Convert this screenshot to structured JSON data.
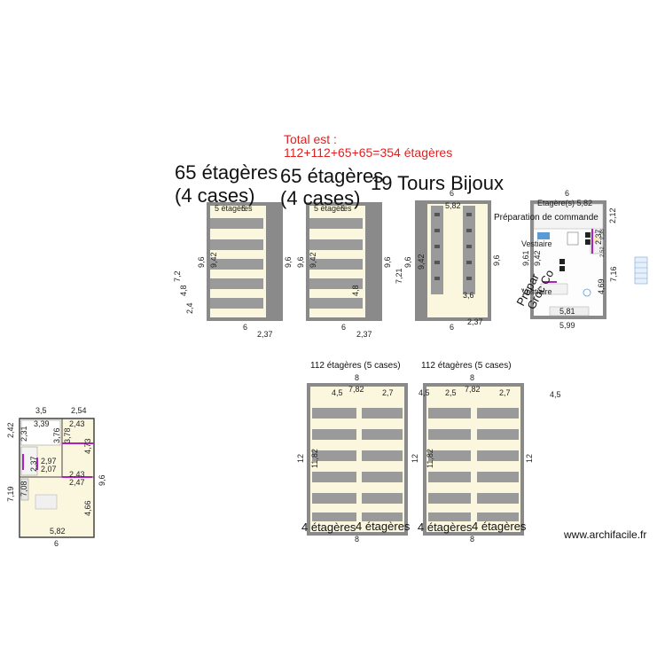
{
  "total": {
    "line1": "Total est :",
    "line2": "112+112+65+65=354 étagères"
  },
  "rooms": {
    "a": {
      "title1": "65 étagères",
      "title2": "(4 cases)",
      "inner": "5 étagères",
      "dims": [
        "6",
        "7,2",
        "9,6",
        "4,8",
        "2,4",
        "9,42",
        "9,6",
        "6",
        "2,37"
      ]
    },
    "b": {
      "title1": "65 étagères",
      "title2": "(4 cases)",
      "inner": "5 étagères",
      "dims": [
        "6",
        "9,6",
        "9,42",
        "4,8",
        "9,6",
        "6",
        "2,37"
      ]
    },
    "c": {
      "title": "19 Tours Bijoux",
      "dims": [
        "6",
        "5,82",
        "9,6",
        "9,42",
        "7,21",
        "9,6",
        "3,6",
        "6",
        "2,37"
      ]
    },
    "d": {
      "top": "6",
      "label_top": "Etagère(s) 5,82",
      "label_prep": "Préparation de commande",
      "label_vestiaire1": "Vestiaire",
      "label_vestiaire2": "Vestiaire",
      "label_rot1": "Prépar",
      "label_rot2": "Groc Co",
      "dims": [
        "9,61",
        "9,42",
        "2,12",
        "2,37",
        "7,16",
        "4,69",
        "5,81",
        "5,99",
        "2,38",
        "2,52"
      ]
    },
    "e": {
      "header": "112 étagères (5 cases)",
      "footer1": "4 étagères",
      "footer2": "4 étagères",
      "dims": [
        "8",
        "4,5",
        "7,82",
        "2,7",
        "12",
        "11,82",
        "12",
        "8"
      ]
    },
    "f": {
      "header": "112 étagères (5 cases)",
      "footer1": "4 étagères",
      "footer2": "4 étagères",
      "dims": [
        "8",
        "4,5",
        "7,82",
        "2,5",
        "2,7",
        "11,82",
        "12",
        "8",
        "4,5"
      ]
    },
    "g": {
      "dims": [
        "3,5",
        "2,54",
        "3,39",
        "2,43",
        "2,42",
        "2,31",
        "3,76",
        "3,78",
        "4,73",
        "2,37",
        "2,97",
        "2,07",
        "2,43",
        "2,47",
        "9,6",
        "7,19",
        "7,08",
        "4,66",
        "5,82",
        "6"
      ]
    }
  },
  "watermark": "www.archifacile.fr"
}
